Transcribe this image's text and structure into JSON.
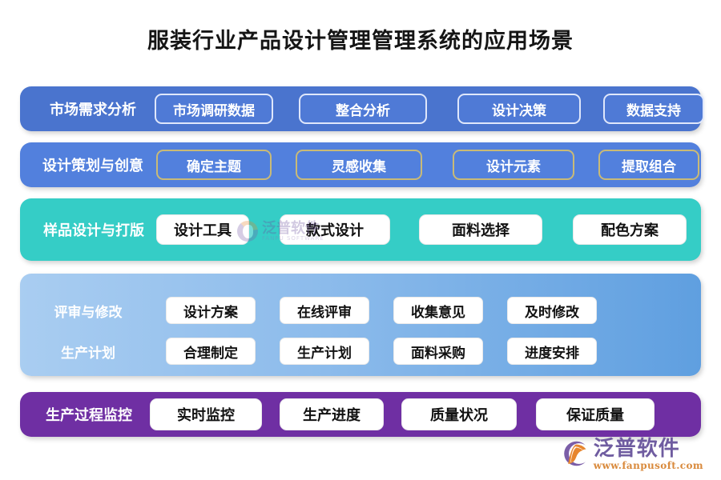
{
  "page": {
    "title": "服装行业产品设计管理管理系统的应用场景",
    "background_color": "#ffffff"
  },
  "rows": [
    {
      "id": "row1",
      "label": "市场需求分析",
      "band_color": "#4a74ce",
      "chip_style": "outlined-light",
      "chips": [
        "市场调研数据",
        "整合分析",
        "设计决策",
        "数据支持"
      ]
    },
    {
      "id": "row2",
      "label": "设计策划与创意",
      "band_color": "#5280dd",
      "chip_style": "outlined-gold",
      "chip_border_color": "#c9ba77",
      "chips": [
        "确定主题",
        "灵感收集",
        "设计元素",
        "提取组合"
      ]
    },
    {
      "id": "row3",
      "label": "样品设计与打版",
      "band_color": "#35cdc6",
      "chip_style": "solid-white",
      "chips": [
        "设计工具",
        "款式设计",
        "面料选择",
        "配色方案"
      ]
    },
    {
      "id": "row5",
      "label": "生产过程监控",
      "band_color": "#6f2fa3",
      "chip_style": "solid-white",
      "chips": [
        "实时监控",
        "生产进度",
        "质量状况",
        "保证质量"
      ]
    }
  ],
  "row4": {
    "band_color_start": "#a9cdf1",
    "band_color_end": "#5f9fe0",
    "subrows": [
      {
        "label": "评审与修改",
        "chips": [
          "设计方案",
          "在线评审",
          "收集意见",
          "及时修改"
        ]
      },
      {
        "label": "生产计划",
        "chips": [
          "合理制定",
          "生产计划",
          "面料采购",
          "进度安排"
        ]
      }
    ]
  },
  "watermark": {
    "name": "泛普软件",
    "subtitle": "FANPU SOFTWARE"
  },
  "brand": {
    "name": "泛普软件",
    "url": "www.fanpusoft.com",
    "name_color": "#6f5ca0",
    "url_color": "#d98a3c"
  }
}
